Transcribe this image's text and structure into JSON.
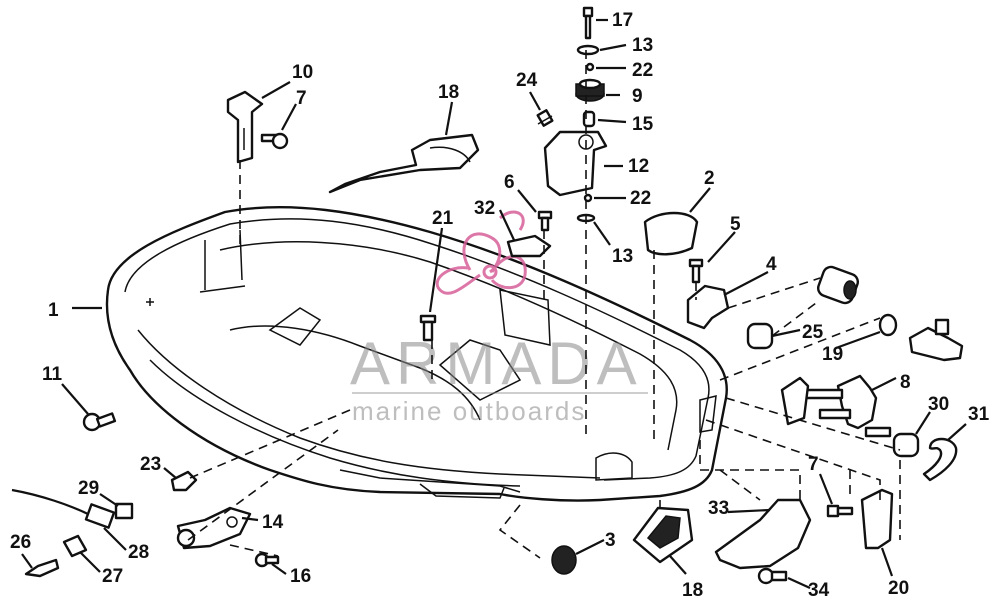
{
  "diagram": {
    "watermark": {
      "brand": "ARMADA",
      "tagline": "marine outboards",
      "logo_color": "#d6609a"
    },
    "callouts": [
      {
        "id": "c1",
        "text": "1"
      },
      {
        "id": "c2",
        "text": "2"
      },
      {
        "id": "c3",
        "text": "3"
      },
      {
        "id": "c4",
        "text": "4"
      },
      {
        "id": "c5",
        "text": "5"
      },
      {
        "id": "c6",
        "text": "6"
      },
      {
        "id": "c7a",
        "text": "7"
      },
      {
        "id": "c7b",
        "text": "7"
      },
      {
        "id": "c8",
        "text": "8"
      },
      {
        "id": "c9",
        "text": "9"
      },
      {
        "id": "c10",
        "text": "10"
      },
      {
        "id": "c11",
        "text": "11"
      },
      {
        "id": "c12",
        "text": "12"
      },
      {
        "id": "c13a",
        "text": "13"
      },
      {
        "id": "c13b",
        "text": "13"
      },
      {
        "id": "c14",
        "text": "14"
      },
      {
        "id": "c15",
        "text": "15"
      },
      {
        "id": "c16",
        "text": "16"
      },
      {
        "id": "c17",
        "text": "17"
      },
      {
        "id": "c18a",
        "text": "18"
      },
      {
        "id": "c18b",
        "text": "18"
      },
      {
        "id": "c19",
        "text": "19"
      },
      {
        "id": "c20",
        "text": "20"
      },
      {
        "id": "c21",
        "text": "21"
      },
      {
        "id": "c22a",
        "text": "22"
      },
      {
        "id": "c22b",
        "text": "22"
      },
      {
        "id": "c23",
        "text": "23"
      },
      {
        "id": "c24",
        "text": "24"
      },
      {
        "id": "c25",
        "text": "25"
      },
      {
        "id": "c26",
        "text": "26"
      },
      {
        "id": "c27",
        "text": "27"
      },
      {
        "id": "c28",
        "text": "28"
      },
      {
        "id": "c29",
        "text": "29"
      },
      {
        "id": "c30",
        "text": "30"
      },
      {
        "id": "c31",
        "text": "31"
      },
      {
        "id": "c32",
        "text": "32"
      },
      {
        "id": "c33",
        "text": "33"
      },
      {
        "id": "c34",
        "text": "34"
      }
    ]
  }
}
